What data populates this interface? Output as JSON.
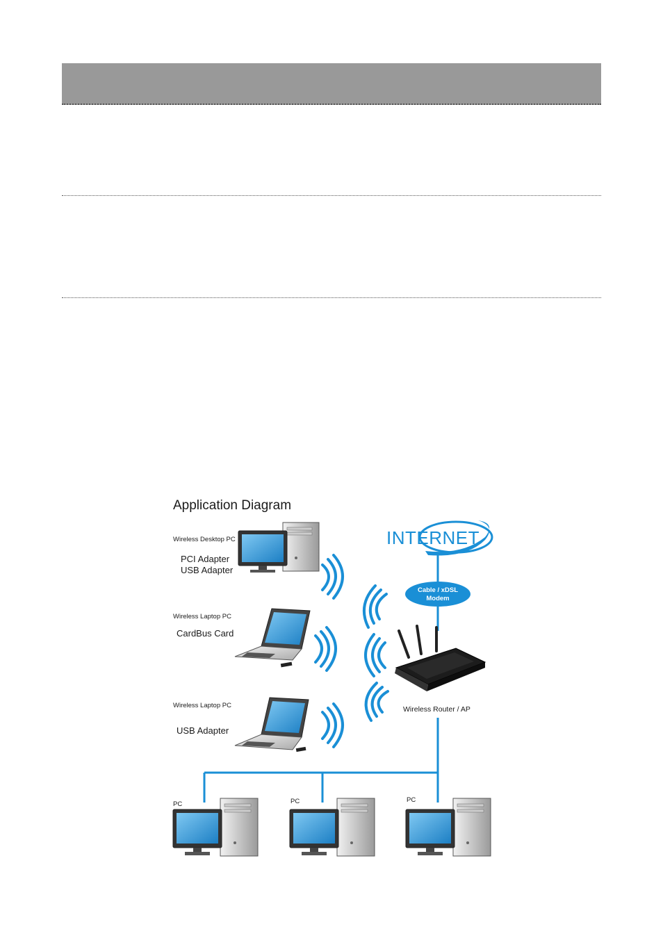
{
  "diagram": {
    "title": "Application Diagram",
    "internet_label": "INTERNET",
    "modem_line1": "Cable / xDSL",
    "modem_line2": "Modem",
    "router_label": "Wireless Router / AP",
    "clients": [
      {
        "type": "Wireless Desktop PC",
        "adapter_line1": "PCI Adapter",
        "adapter_line2": "USB Adapter"
      },
      {
        "type": "Wireless Laptop PC",
        "adapter_line1": "CardBus  Card"
      },
      {
        "type": "Wireless Laptop PC",
        "adapter_line1": "USB Adapter"
      }
    ],
    "wired_pcs": [
      "PC",
      "PC",
      "PC"
    ],
    "colors": {
      "link": "#1a8fd6",
      "cloud": "#1a8fd6",
      "router": "#1c1c1c"
    }
  }
}
